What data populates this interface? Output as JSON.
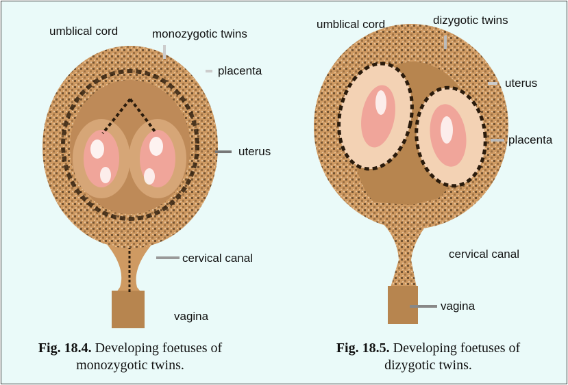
{
  "figure_left": {
    "labels": {
      "umbilical_cord": "umblical cord",
      "twins": "monozygotic twins",
      "placenta": "placenta",
      "uterus": "uterus",
      "cervical_canal": "cervical canal",
      "vagina": "vagina"
    },
    "caption": {
      "number": "Fig. 18.4.",
      "text_line1": "Developing foetuses of",
      "text_line2": "monozygotic twins."
    }
  },
  "figure_right": {
    "labels": {
      "umbilical_cord": "umblical cord",
      "twins": "dizygotic twins",
      "uterus": "uterus",
      "placenta": "placenta",
      "cervical_canal": "cervical canal",
      "vagina": "vagina"
    },
    "caption": {
      "number": "Fig. 18.5.",
      "text_line1": "Developing foetuses of",
      "text_line2": "dizygotic twins."
    }
  },
  "colors": {
    "background": "#eafaf9",
    "uterus_wall": "#cf9a62",
    "inner_cavity": "#be8a58",
    "speckle": "#2a1b0c",
    "stalk": "#b7854f",
    "foetus_pink": "#f0a59a",
    "foetus_highlight": "#ffffff",
    "amnion_light": "#f3d2b4"
  }
}
